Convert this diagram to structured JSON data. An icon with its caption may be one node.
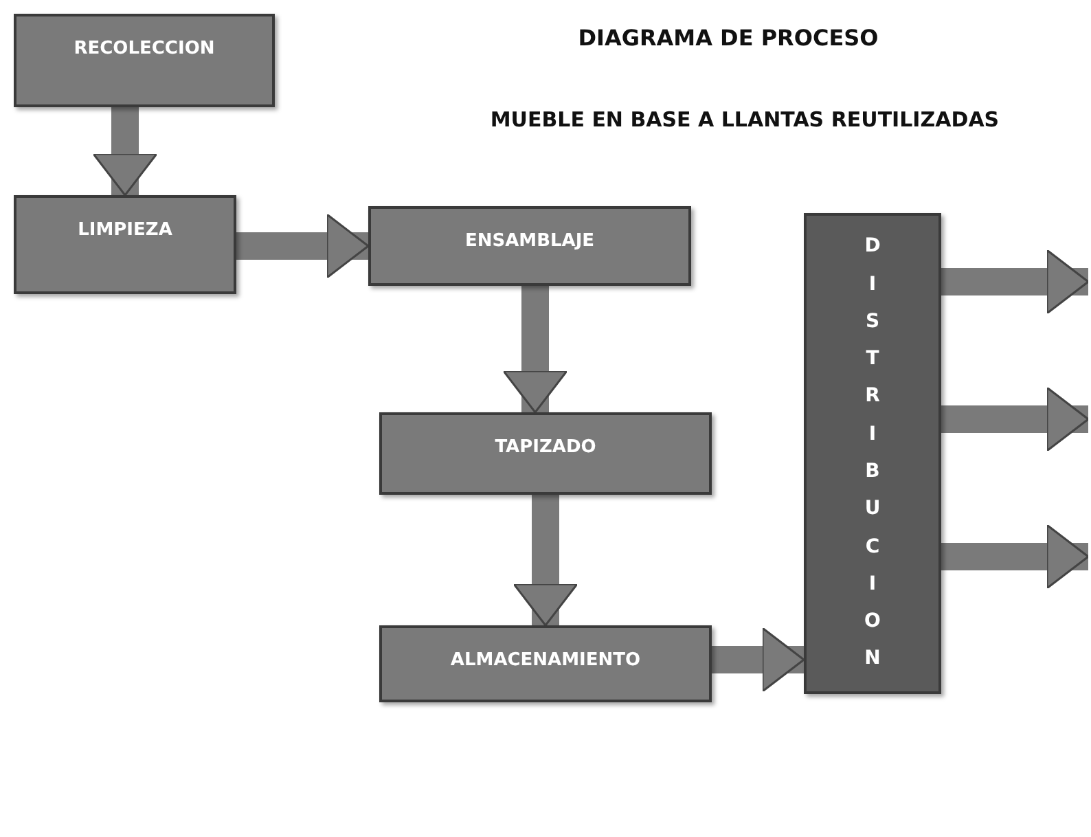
{
  "diagram": {
    "title": "DIAGRAMA DE PROCESO",
    "nodes": [
      {
        "text": [
          "RECOLECCION"
        ]
      },
      {
        "text": [
          "LIMPIEZA"
        ]
      },
      {
        "text": [
          "ENSAMBLAJE"
        ]
      },
      {
        "text": [
          "TAPIZADO"
        ]
      },
      {
        "text": [
          "ALMACENAMIENTO"
        ]
      },
      {
        "text": [
          "DISTRIBUCION"
        ]
      }
    ],
    "edges": [
      {
        "from": 0,
        "to": 1,
        "arrow": "to"
      },
      {
        "from": 1,
        "to": 2,
        "arrow": "to"
      },
      {
        "from": 2,
        "to": 3,
        "arrow": "to"
      },
      {
        "from": 3,
        "to": 4,
        "arrow": "to"
      },
      {
        "from": 4,
        "to": 5,
        "arrow": "to"
      },
      {
        "from": 5,
        "to": null,
        "arrow": "to"
      },
      {
        "from": 5,
        "to": null,
        "arrow": "to"
      },
      {
        "from": 5,
        "to": null,
        "arrow": "to"
      }
    ],
    "labels": [
      "MUEBLE EN BASE A LLANTAS REUTILIZADAS"
    ]
  }
}
